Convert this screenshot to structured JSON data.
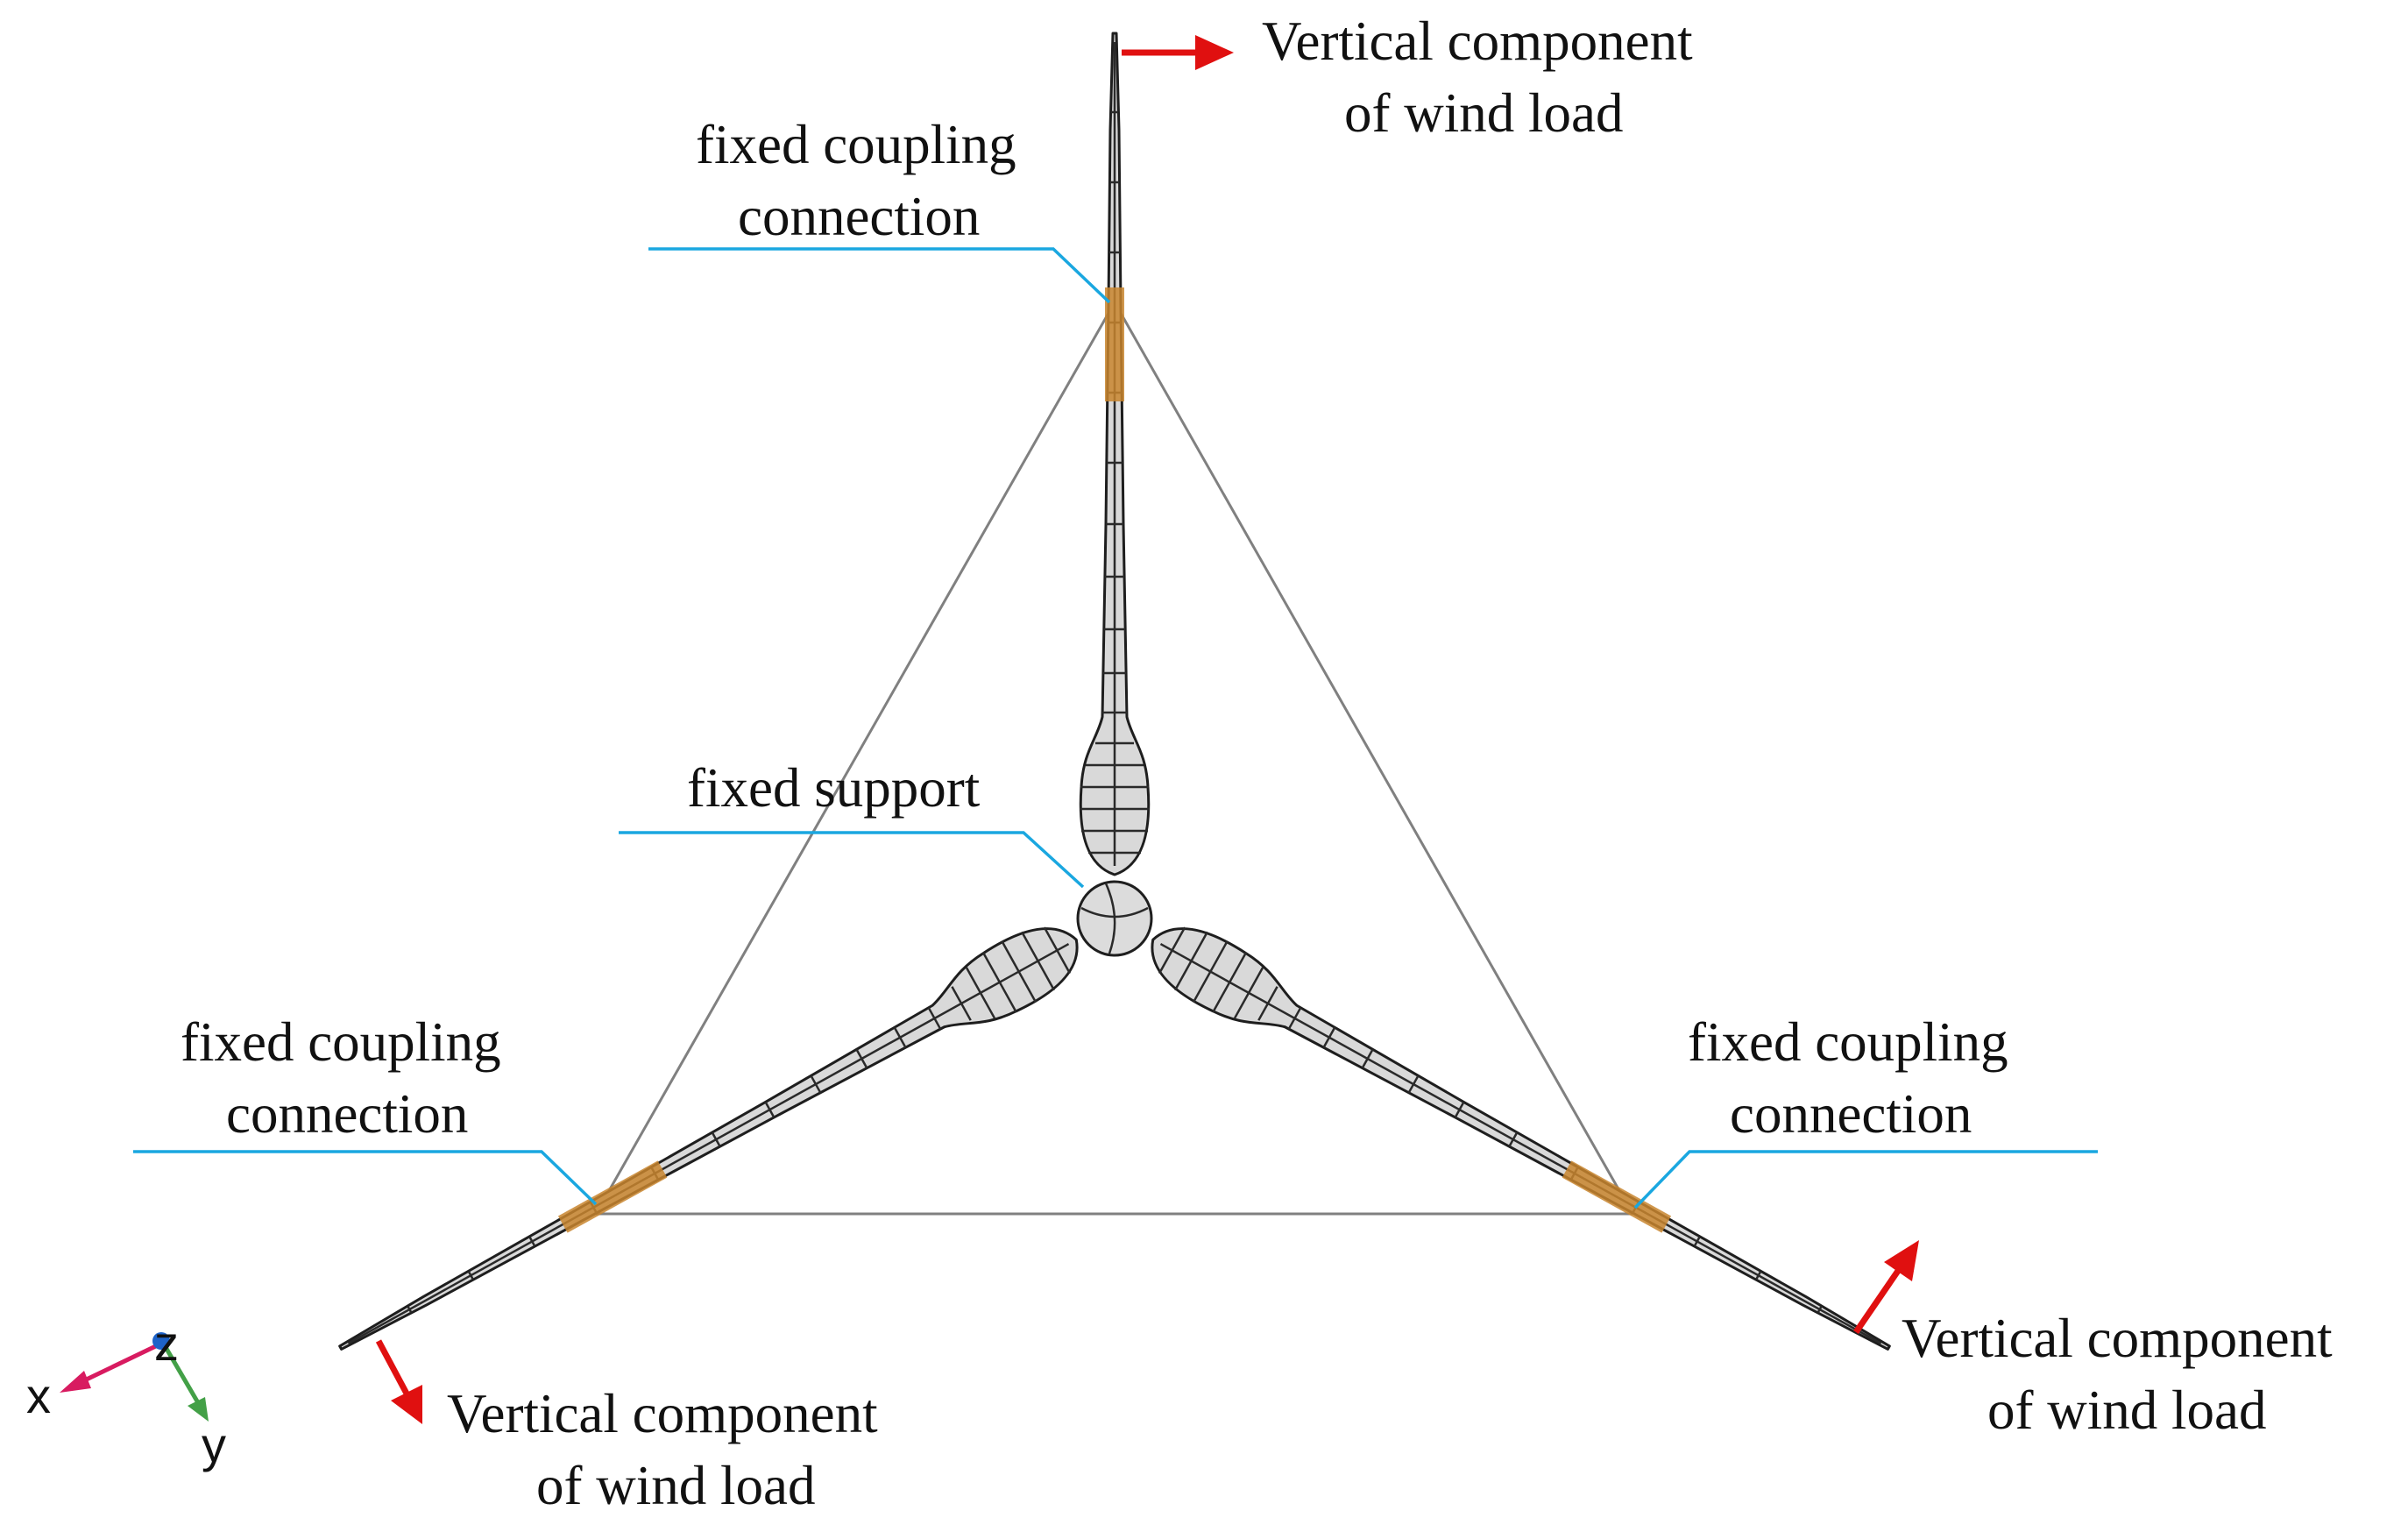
{
  "labels": {
    "wind_top_line1": "Vertical component",
    "wind_top_line2": "of wind load",
    "coupling_top_line1": "fixed coupling",
    "coupling_top_line2": "connection",
    "support": "fixed support",
    "coupling_left_line1": "fixed coupling",
    "coupling_left_line2": "connection",
    "coupling_right_line1": "fixed coupling",
    "coupling_right_line2": "connection",
    "wind_left_line1": "Vertical component",
    "wind_left_line2": "of wind load",
    "wind_right_line1": "Vertical component",
    "wind_right_line2": "of wind load"
  },
  "axes": {
    "x": "x",
    "y": "y",
    "z": "z"
  },
  "colors": {
    "wind_arrow": "#e01010",
    "leader_line": "#1aa7e0",
    "coupling": "#c8852e",
    "blade_fill": "#d9d9d9",
    "triangle": "#808080",
    "axis_x": "#d81b60",
    "axis_y": "#43a047",
    "axis_z": "#1e63c8"
  }
}
